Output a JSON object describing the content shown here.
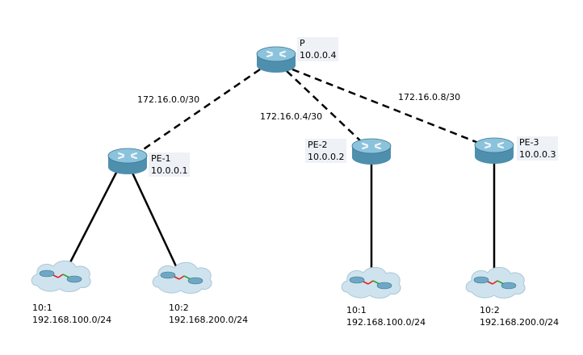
{
  "nodes": {
    "p": {
      "name": "P",
      "ip": "10.0.0.4"
    },
    "pe1": {
      "name": "PE-1",
      "ip": "10.0.0.1"
    },
    "pe2": {
      "name": "PE-2",
      "ip": "10.0.0.2"
    },
    "pe3": {
      "name": "PE-3",
      "ip": "10.0.0.3"
    }
  },
  "links": {
    "p_pe1": "172.16.0.0/30",
    "p_pe2": "172.16.0.4/30",
    "p_pe3": "172.16.0.8/30"
  },
  "clouds": [
    {
      "rd": "10:1",
      "net": "192.168.100.0/24"
    },
    {
      "rd": "10:2",
      "net": "192.168.200.0/24"
    },
    {
      "rd": "10:1",
      "net": "192.168.100.0/24"
    },
    {
      "rd": "10:2",
      "net": "192.168.200.0/24"
    }
  ],
  "colors": {
    "router_body": "#5b9bb8",
    "cloud_fill": "#cfe3ee",
    "serial_link": "#e02020",
    "link_line": "#000000"
  },
  "icons": {
    "router": "router-icon",
    "cloud": "network-cloud-icon"
  }
}
